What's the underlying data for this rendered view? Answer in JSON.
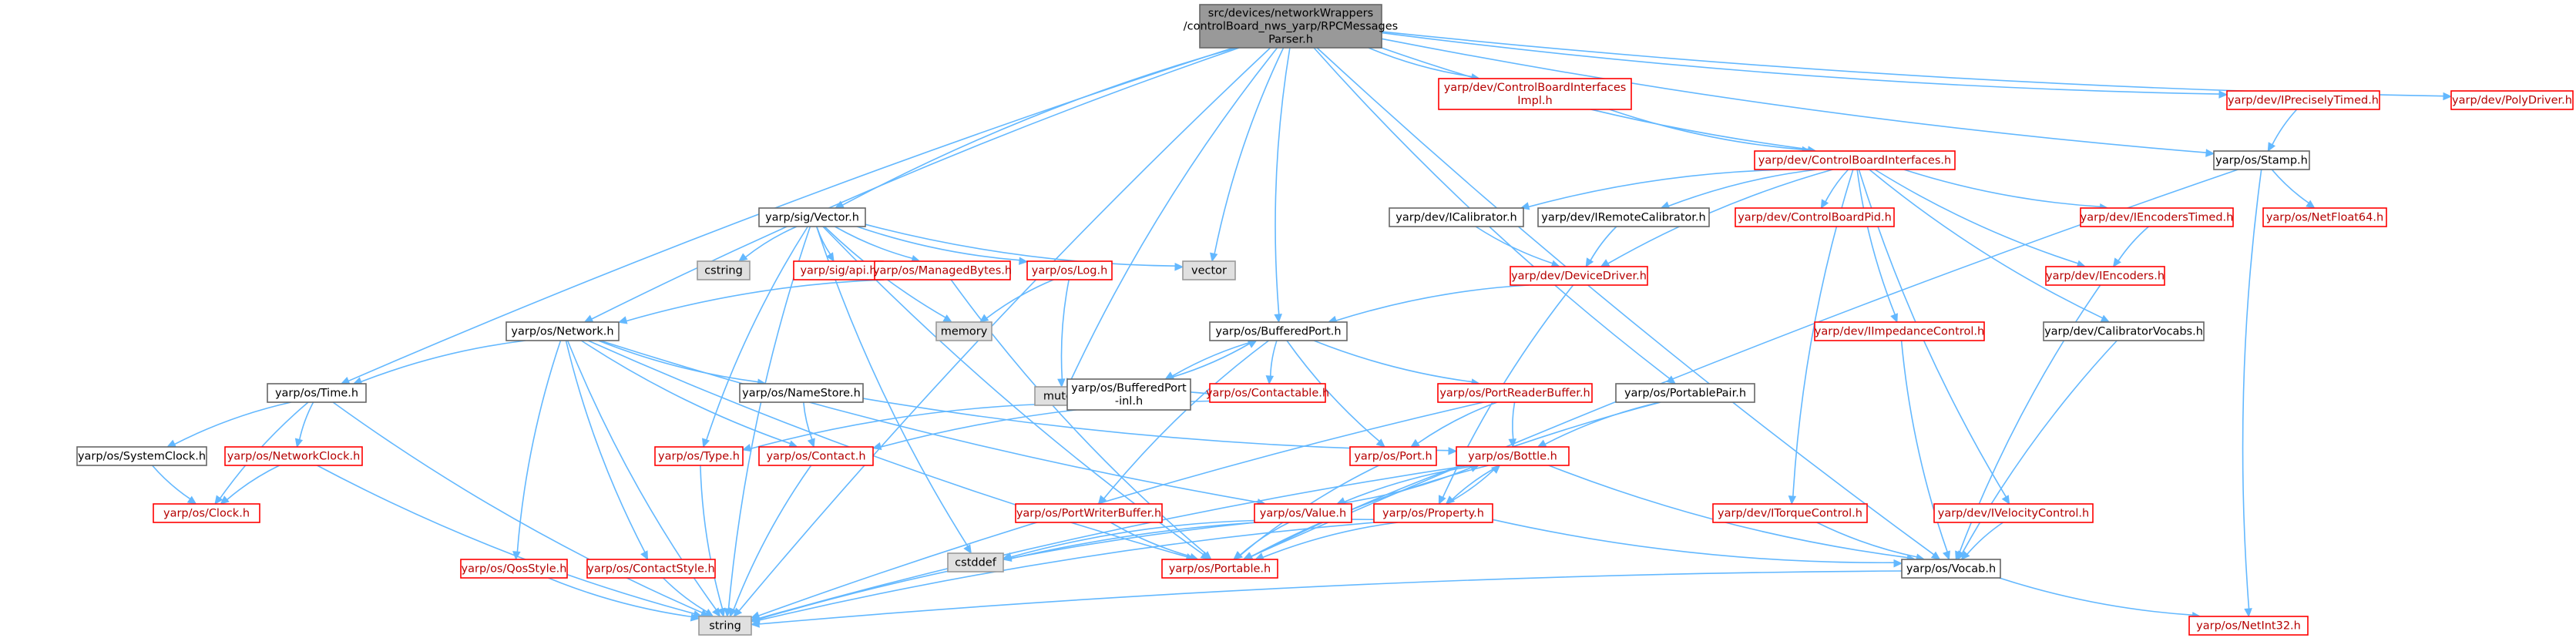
{
  "colors": {
    "edge": "#63b8ff",
    "root_fill": "#999999",
    "root_stroke": "#666666",
    "doc_stroke": "#666666",
    "missing_stroke": "#ff0000",
    "missing_text": "#b50000",
    "external_fill": "#e0e0e0",
    "external_stroke": "#999999",
    "text": "#000000"
  },
  "nodes": [
    {
      "id": "root",
      "kind": "root",
      "lines": [
        "src/devices/networkWrappers",
        "/controlBoard_nws_yarp/RPCMessages",
        "Parser.h"
      ]
    },
    {
      "id": "string",
      "kind": "external",
      "lines": [
        "string"
      ]
    },
    {
      "id": "vector",
      "kind": "external",
      "lines": [
        "vector"
      ]
    },
    {
      "id": "cstring",
      "kind": "external",
      "lines": [
        "cstring"
      ]
    },
    {
      "id": "memory",
      "kind": "external",
      "lines": [
        "memory"
      ]
    },
    {
      "id": "mutex",
      "kind": "external",
      "lines": [
        "mutex"
      ]
    },
    {
      "id": "cstddef",
      "kind": "external",
      "lines": [
        "cstddef"
      ]
    },
    {
      "id": "sigvector",
      "kind": "doc",
      "lines": [
        "yarp/sig/Vector.h"
      ]
    },
    {
      "id": "network",
      "kind": "doc",
      "lines": [
        "yarp/os/Network.h"
      ]
    },
    {
      "id": "time",
      "kind": "doc",
      "lines": [
        "yarp/os/Time.h"
      ]
    },
    {
      "id": "systemclock",
      "kind": "doc",
      "lines": [
        "yarp/os/SystemClock.h"
      ]
    },
    {
      "id": "namestore",
      "kind": "doc",
      "lines": [
        "yarp/os/NameStore.h"
      ]
    },
    {
      "id": "bufferedport",
      "kind": "doc",
      "lines": [
        "yarp/os/BufferedPort.h"
      ]
    },
    {
      "id": "bufferedportinl",
      "kind": "doc",
      "lines": [
        "yarp/os/BufferedPort",
        "-inl.h"
      ]
    },
    {
      "id": "portablepair",
      "kind": "doc",
      "lines": [
        "yarp/os/PortablePair.h"
      ]
    },
    {
      "id": "icalibrator",
      "kind": "doc",
      "lines": [
        "yarp/dev/ICalibrator.h"
      ]
    },
    {
      "id": "iremotecal",
      "kind": "doc",
      "lines": [
        "yarp/dev/IRemoteCalibrator.h"
      ]
    },
    {
      "id": "calibvocabs",
      "kind": "doc",
      "lines": [
        "yarp/dev/CalibratorVocabs.h"
      ]
    },
    {
      "id": "stamp",
      "kind": "doc",
      "lines": [
        "yarp/os/Stamp.h"
      ]
    },
    {
      "id": "vocab",
      "kind": "doc",
      "lines": [
        "yarp/os/Vocab.h"
      ]
    },
    {
      "id": "cbiimpl",
      "kind": "missing",
      "lines": [
        "yarp/dev/ControlBoardInterfaces",
        "Impl.h"
      ]
    },
    {
      "id": "cbi",
      "kind": "missing",
      "lines": [
        "yarp/dev/ControlBoardInterfaces.h"
      ]
    },
    {
      "id": "iprecisely",
      "kind": "missing",
      "lines": [
        "yarp/dev/IPreciselyTimed.h"
      ]
    },
    {
      "id": "polydriver",
      "kind": "missing",
      "lines": [
        "yarp/dev/PolyDriver.h"
      ]
    },
    {
      "id": "cbpid",
      "kind": "missing",
      "lines": [
        "yarp/dev/ControlBoardPid.h"
      ]
    },
    {
      "id": "iencoderstimed",
      "kind": "missing",
      "lines": [
        "yarp/dev/IEncodersTimed.h"
      ]
    },
    {
      "id": "iencoders",
      "kind": "missing",
      "lines": [
        "yarp/dev/IEncoders.h"
      ]
    },
    {
      "id": "devicedriver",
      "kind": "missing",
      "lines": [
        "yarp/dev/DeviceDriver.h"
      ]
    },
    {
      "id": "iimpedance",
      "kind": "missing",
      "lines": [
        "yarp/dev/IImpedanceControl.h"
      ]
    },
    {
      "id": "itorque",
      "kind": "missing",
      "lines": [
        "yarp/dev/ITorqueControl.h"
      ]
    },
    {
      "id": "ivelocity",
      "kind": "missing",
      "lines": [
        "yarp/dev/IVelocityControl.h"
      ]
    },
    {
      "id": "netfloat64",
      "kind": "missing",
      "lines": [
        "yarp/os/NetFloat64.h"
      ]
    },
    {
      "id": "netint32",
      "kind": "missing",
      "lines": [
        "yarp/os/NetInt32.h"
      ]
    },
    {
      "id": "sigapi",
      "kind": "missing",
      "lines": [
        "yarp/sig/api.h"
      ]
    },
    {
      "id": "managedbytes",
      "kind": "missing",
      "lines": [
        "yarp/os/ManagedBytes.h"
      ]
    },
    {
      "id": "log",
      "kind": "missing",
      "lines": [
        "yarp/os/Log.h"
      ]
    },
    {
      "id": "networkclock",
      "kind": "missing",
      "lines": [
        "yarp/os/NetworkClock.h"
      ]
    },
    {
      "id": "clock",
      "kind": "missing",
      "lines": [
        "yarp/os/Clock.h"
      ]
    },
    {
      "id": "type",
      "kind": "missing",
      "lines": [
        "yarp/os/Type.h"
      ]
    },
    {
      "id": "contact",
      "kind": "missing",
      "lines": [
        "yarp/os/Contact.h"
      ]
    },
    {
      "id": "contactable",
      "kind": "missing",
      "lines": [
        "yarp/os/Contactable.h"
      ]
    },
    {
      "id": "portreaderbuffer",
      "kind": "missing",
      "lines": [
        "yarp/os/PortReaderBuffer.h"
      ]
    },
    {
      "id": "port",
      "kind": "missing",
      "lines": [
        "yarp/os/Port.h"
      ]
    },
    {
      "id": "bottle",
      "kind": "missing",
      "lines": [
        "yarp/os/Bottle.h"
      ]
    },
    {
      "id": "portwriterbuffer",
      "kind": "missing",
      "lines": [
        "yarp/os/PortWriterBuffer.h"
      ]
    },
    {
      "id": "value",
      "kind": "missing",
      "lines": [
        "yarp/os/Value.h"
      ]
    },
    {
      "id": "property",
      "kind": "missing",
      "lines": [
        "yarp/os/Property.h"
      ]
    },
    {
      "id": "portable",
      "kind": "missing",
      "lines": [
        "yarp/os/Portable.h"
      ]
    },
    {
      "id": "qosstyle",
      "kind": "missing",
      "lines": [
        "yarp/os/QosStyle.h"
      ]
    },
    {
      "id": "contactstyle",
      "kind": "missing",
      "lines": [
        "yarp/os/ContactStyle.h"
      ]
    }
  ],
  "edges": [
    [
      "root",
      "string"
    ],
    [
      "root",
      "time"
    ],
    [
      "root",
      "network"
    ],
    [
      "root",
      "sigvector"
    ],
    [
      "root",
      "vector"
    ],
    [
      "root",
      "mutex"
    ],
    [
      "root",
      "bufferedport"
    ],
    [
      "root",
      "portablepair"
    ],
    [
      "root",
      "cbiimpl"
    ],
    [
      "root",
      "cbi"
    ],
    [
      "root",
      "vocab"
    ],
    [
      "root",
      "iprecisely"
    ],
    [
      "root",
      "stamp"
    ],
    [
      "root",
      "polydriver"
    ],
    [
      "cbiimpl",
      "cbi"
    ],
    [
      "cbi",
      "devicedriver"
    ],
    [
      "cbi",
      "icalibrator"
    ],
    [
      "cbi",
      "iremotecal"
    ],
    [
      "cbi",
      "cbpid"
    ],
    [
      "cbi",
      "iencoderstimed"
    ],
    [
      "cbi",
      "iencoders"
    ],
    [
      "cbi",
      "calibvocabs"
    ],
    [
      "cbi",
      "iimpedance"
    ],
    [
      "cbi",
      "itorque"
    ],
    [
      "cbi",
      "ivelocity"
    ],
    [
      "icalibrator",
      "devicedriver"
    ],
    [
      "iremotecal",
      "devicedriver"
    ],
    [
      "iencoderstimed",
      "iencoders"
    ],
    [
      "iencoders",
      "vocab"
    ],
    [
      "calibvocabs",
      "vocab"
    ],
    [
      "iimpedance",
      "vocab"
    ],
    [
      "itorque",
      "vocab"
    ],
    [
      "ivelocity",
      "vocab"
    ],
    [
      "devicedriver",
      "bufferedport"
    ],
    [
      "devicedriver",
      "property"
    ],
    [
      "iprecisely",
      "stamp"
    ],
    [
      "stamp",
      "netfloat64"
    ],
    [
      "stamp",
      "netint32"
    ],
    [
      "stamp",
      "portable"
    ],
    [
      "vocab",
      "string"
    ],
    [
      "vocab",
      "netint32"
    ],
    [
      "sigvector",
      "string"
    ],
    [
      "sigvector",
      "cstring"
    ],
    [
      "sigvector",
      "sigapi"
    ],
    [
      "sigvector",
      "managedbytes"
    ],
    [
      "sigvector",
      "log"
    ],
    [
      "sigvector",
      "vector"
    ],
    [
      "sigvector",
      "memory"
    ],
    [
      "sigvector",
      "type"
    ],
    [
      "sigvector",
      "cstddef"
    ],
    [
      "sigvector",
      "portable"
    ],
    [
      "managedbytes",
      "network"
    ],
    [
      "managedbytes",
      "portable"
    ],
    [
      "log",
      "memory"
    ],
    [
      "log",
      "mutex"
    ],
    [
      "network",
      "time"
    ],
    [
      "network",
      "namestore"
    ],
    [
      "network",
      "contact"
    ],
    [
      "network",
      "qosstyle"
    ],
    [
      "network",
      "contactstyle"
    ],
    [
      "network",
      "portable"
    ],
    [
      "network",
      "value"
    ],
    [
      "network",
      "string"
    ],
    [
      "time",
      "systemclock"
    ],
    [
      "time",
      "networkclock"
    ],
    [
      "time",
      "clock"
    ],
    [
      "time",
      "string"
    ],
    [
      "systemclock",
      "clock"
    ],
    [
      "networkclock",
      "clock"
    ],
    [
      "networkclock",
      "string"
    ],
    [
      "namestore",
      "contact"
    ],
    [
      "namestore",
      "bottle"
    ],
    [
      "bufferedport",
      "bufferedportinl"
    ],
    [
      "bufferedport",
      "contactable"
    ],
    [
      "bufferedport",
      "portreaderbuffer"
    ],
    [
      "bufferedport",
      "port"
    ],
    [
      "bufferedport",
      "portwriterbuffer"
    ],
    [
      "bufferedportinl",
      "bufferedport"
    ],
    [
      "bufferedportinl",
      "type"
    ],
    [
      "contactable",
      "contact"
    ],
    [
      "contactable",
      "mutex"
    ],
    [
      "portreaderbuffer",
      "port"
    ],
    [
      "portreaderbuffer",
      "bottle"
    ],
    [
      "portreaderbuffer",
      "string"
    ],
    [
      "port",
      "portable"
    ],
    [
      "portablepair",
      "bottle"
    ],
    [
      "portablepair",
      "portable"
    ],
    [
      "bottle",
      "value"
    ],
    [
      "bottle",
      "property"
    ],
    [
      "bottle",
      "portable"
    ],
    [
      "bottle",
      "string"
    ],
    [
      "bottle",
      "vocab"
    ],
    [
      "value",
      "bottle"
    ],
    [
      "value",
      "portable"
    ],
    [
      "value",
      "cstddef"
    ],
    [
      "value",
      "string"
    ],
    [
      "property",
      "bottle"
    ],
    [
      "property",
      "portable"
    ],
    [
      "property",
      "cstddef"
    ],
    [
      "property",
      "string"
    ],
    [
      "property",
      "vocab"
    ],
    [
      "portwriterbuffer",
      "portable"
    ],
    [
      "contact",
      "string"
    ],
    [
      "type",
      "string"
    ],
    [
      "qosstyle",
      "string"
    ],
    [
      "contactstyle",
      "string"
    ]
  ]
}
